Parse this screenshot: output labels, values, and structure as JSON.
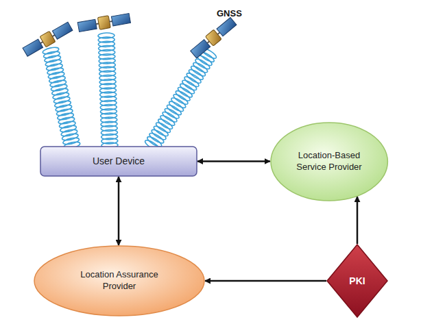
{
  "diagram": {
    "nodes": [
      {
        "text": [
          "User Device"
        ]
      },
      {
        "text": [
          "Location-Based Service Provider"
        ]
      },
      {
        "text": [
          "Location Assurance Provider"
        ]
      },
      {
        "text": [
          "PKI"
        ]
      }
    ],
    "edges": [
      {
        "from": 0,
        "to": 1,
        "arrow": "both"
      },
      {
        "from": 0,
        "to": 2,
        "arrow": "both"
      },
      {
        "from": 3,
        "to": 1,
        "arrow": "to"
      },
      {
        "from": 3,
        "to": 2,
        "arrow": "to"
      }
    ],
    "labels": [
      "GNSS"
    ]
  }
}
